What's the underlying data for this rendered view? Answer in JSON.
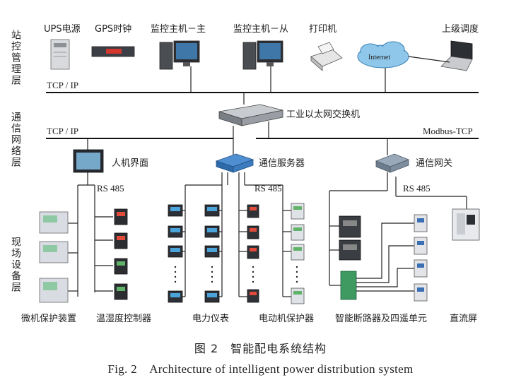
{
  "layers": {
    "station": "站控管理层",
    "network": "通信网络层",
    "field": "现场设备层"
  },
  "station_devices": {
    "ups": "UPS电源",
    "gps": "GPS时钟",
    "monitor_master": "监控主机－主",
    "monitor_slave": "监控主机－从",
    "printer": "打印机",
    "remote": "上级调度",
    "internet": "Internet"
  },
  "buses": {
    "tcp_ip_top": "TCP / IP",
    "tcp_ip_mid": "TCP / IP",
    "modbus": "Modbus-TCP"
  },
  "network_devices": {
    "switch": "工业以太网交换机",
    "hmi": "人机界面",
    "comm_server": "通信服务器",
    "gateway": "通信网关"
  },
  "rs485": [
    "RS 485",
    "RS 485",
    "RS 485"
  ],
  "field_devices": {
    "micro_protection": "微机保护装置",
    "temp_humidity": "温湿度控制器",
    "power_meter": "电力仪表",
    "motor_protection": "电动机保护器",
    "smart_breaker": "智能断路器及四遥单元",
    "dc_panel": "直流屏"
  },
  "caption": {
    "cn": "图 2　智能配电系统结构",
    "en": "Fig. 2　Architecture of intelligent power distribution system"
  }
}
